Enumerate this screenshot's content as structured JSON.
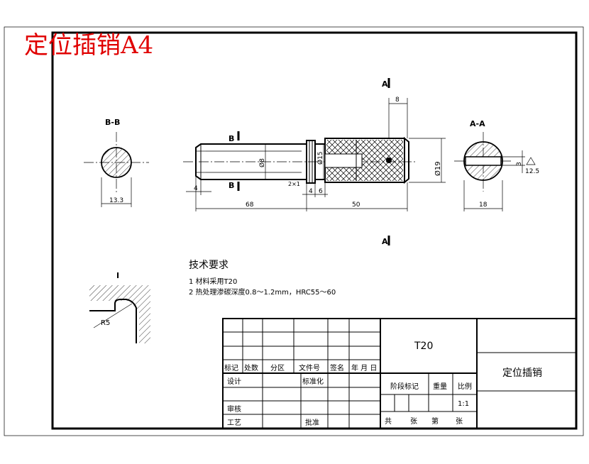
{
  "title_overlay": {
    "text": "定位插销A4",
    "color": "#e00000"
  },
  "views": {
    "section_bb": {
      "label": "B-B",
      "dim_width": "13.3"
    },
    "section_aa": {
      "label": "A-A",
      "dim_width": "18",
      "dim_depth": "3",
      "dim_angle": "12.5"
    },
    "main": {
      "cut_b_top": "B",
      "cut_b_bottom": "B",
      "cut_a_top": "A",
      "cut_a_bottom": "A",
      "dim_dia_small": "Ø8",
      "dim_dia_mid": "Ø15",
      "dim_dia_large": "Ø19",
      "dim_groove": "2×1",
      "dim_end_top": "8",
      "dim_len_left": "68",
      "dim_len_right": "50",
      "dim_chamfer_left": "4",
      "dim_step_a": "4",
      "dim_step_b": "6"
    },
    "detail_i": {
      "label": "I",
      "radius": "R5"
    }
  },
  "tech_requirements": {
    "heading": "技术要求",
    "items": [
      "1 材料采用T20",
      "2 热处理渗碳深度0.8～1.2mm，HRC55～60"
    ]
  },
  "title_block": {
    "material": "T20",
    "part_name": "定位插销",
    "rev_headers": [
      "标记",
      "处数",
      "分区",
      "文件号",
      "签名",
      "年 月 日"
    ],
    "row_labels": [
      "设计",
      "审核",
      "工艺"
    ],
    "standardize": "标准化",
    "approve": "批准",
    "stage_mark": "阶段标记",
    "weight": "重量",
    "scale_label": "比例",
    "scale_value": "1:1",
    "sheet": [
      "共",
      "张",
      "第",
      "张"
    ]
  }
}
